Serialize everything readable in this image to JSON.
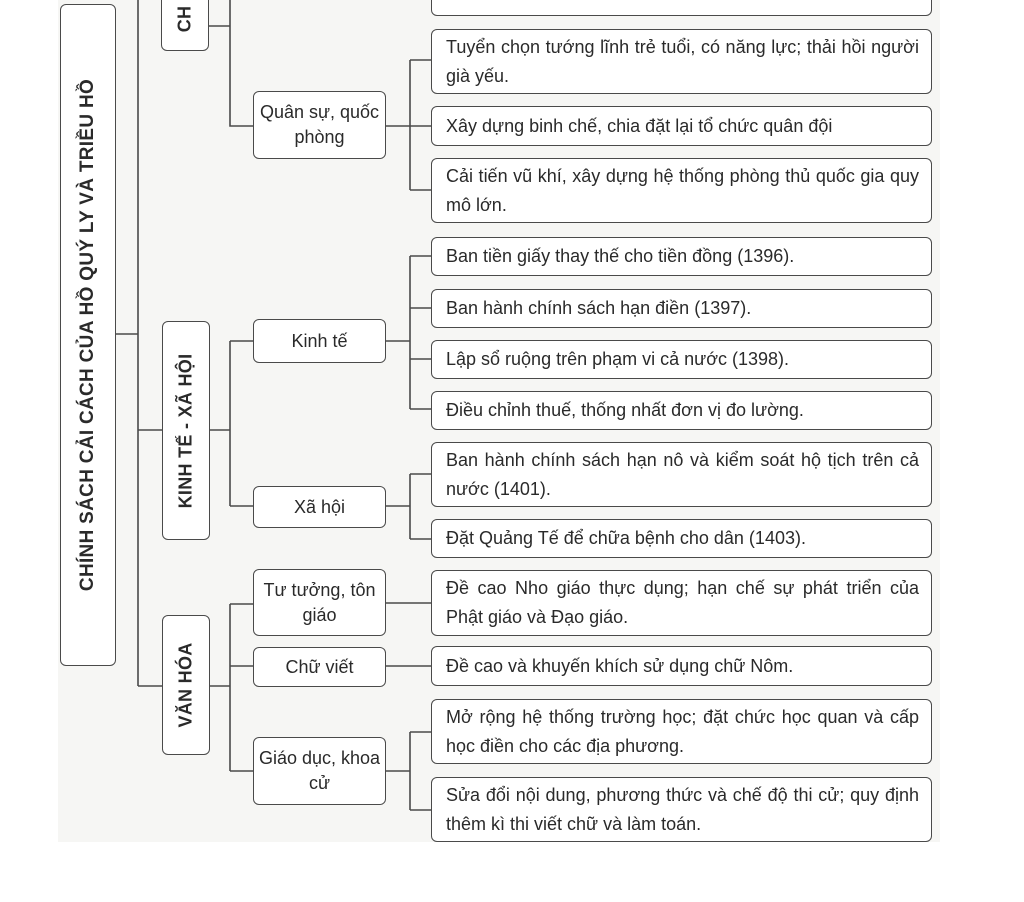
{
  "title": "CHÍNH SÁCH CẢI CÁCH CỦA HỒ QUÝ LY VÀ TRIỀU HỒ",
  "categories": [
    {
      "label": "CH",
      "subs": [
        {
          "label": "Quân sự, quốc phòng",
          "items": [
            "Tuyển chọn tướng lĩnh trẻ tuổi, có năng lực; thải hồi người già yếu.",
            "Xây dựng binh chế, chia đặt lại tổ chức quân đội",
            "Cải tiến vũ khí, xây dựng hệ thống phòng thủ quốc gia quy mô lớn."
          ]
        }
      ]
    },
    {
      "label": "KINH TẾ - XÃ HỘI",
      "subs": [
        {
          "label": "Kinh tế",
          "items": [
            "Ban tiền giấy thay thế cho tiền đồng (1396).",
            "Ban hành chính sách hạn điền (1397).",
            "Lập sổ ruộng trên phạm vi cả nước (1398).",
            "Điều chỉnh thuế, thống nhất đơn vị đo lường."
          ]
        },
        {
          "label": "Xã hội",
          "items": [
            "Ban hành chính sách hạn nô và kiểm soát hộ tịch trên cả nước (1401).",
            "Đặt Quảng Tế để chữa bệnh cho dân (1403)."
          ]
        }
      ]
    },
    {
      "label": "VĂN HÓA",
      "subs": [
        {
          "label": "Tư tưởng, tôn giáo",
          "items": [
            "Đề cao Nho giáo thực dụng; hạn chế sự phát triển của Phật giáo và Đạo giáo."
          ]
        },
        {
          "label": "Chữ viết",
          "items": [
            "Đề cao và khuyến khích sử dụng chữ Nôm."
          ]
        },
        {
          "label": "Giáo dục, khoa cử",
          "items": [
            "Mở rộng hệ thống trường học; đặt chức học quan và cấp học điền cho các địa phương.",
            "Sửa đổi nội dung, phương thức và chế độ thi cử; quy định thêm kì thi viết chữ và làm toán."
          ]
        }
      ]
    }
  ]
}
